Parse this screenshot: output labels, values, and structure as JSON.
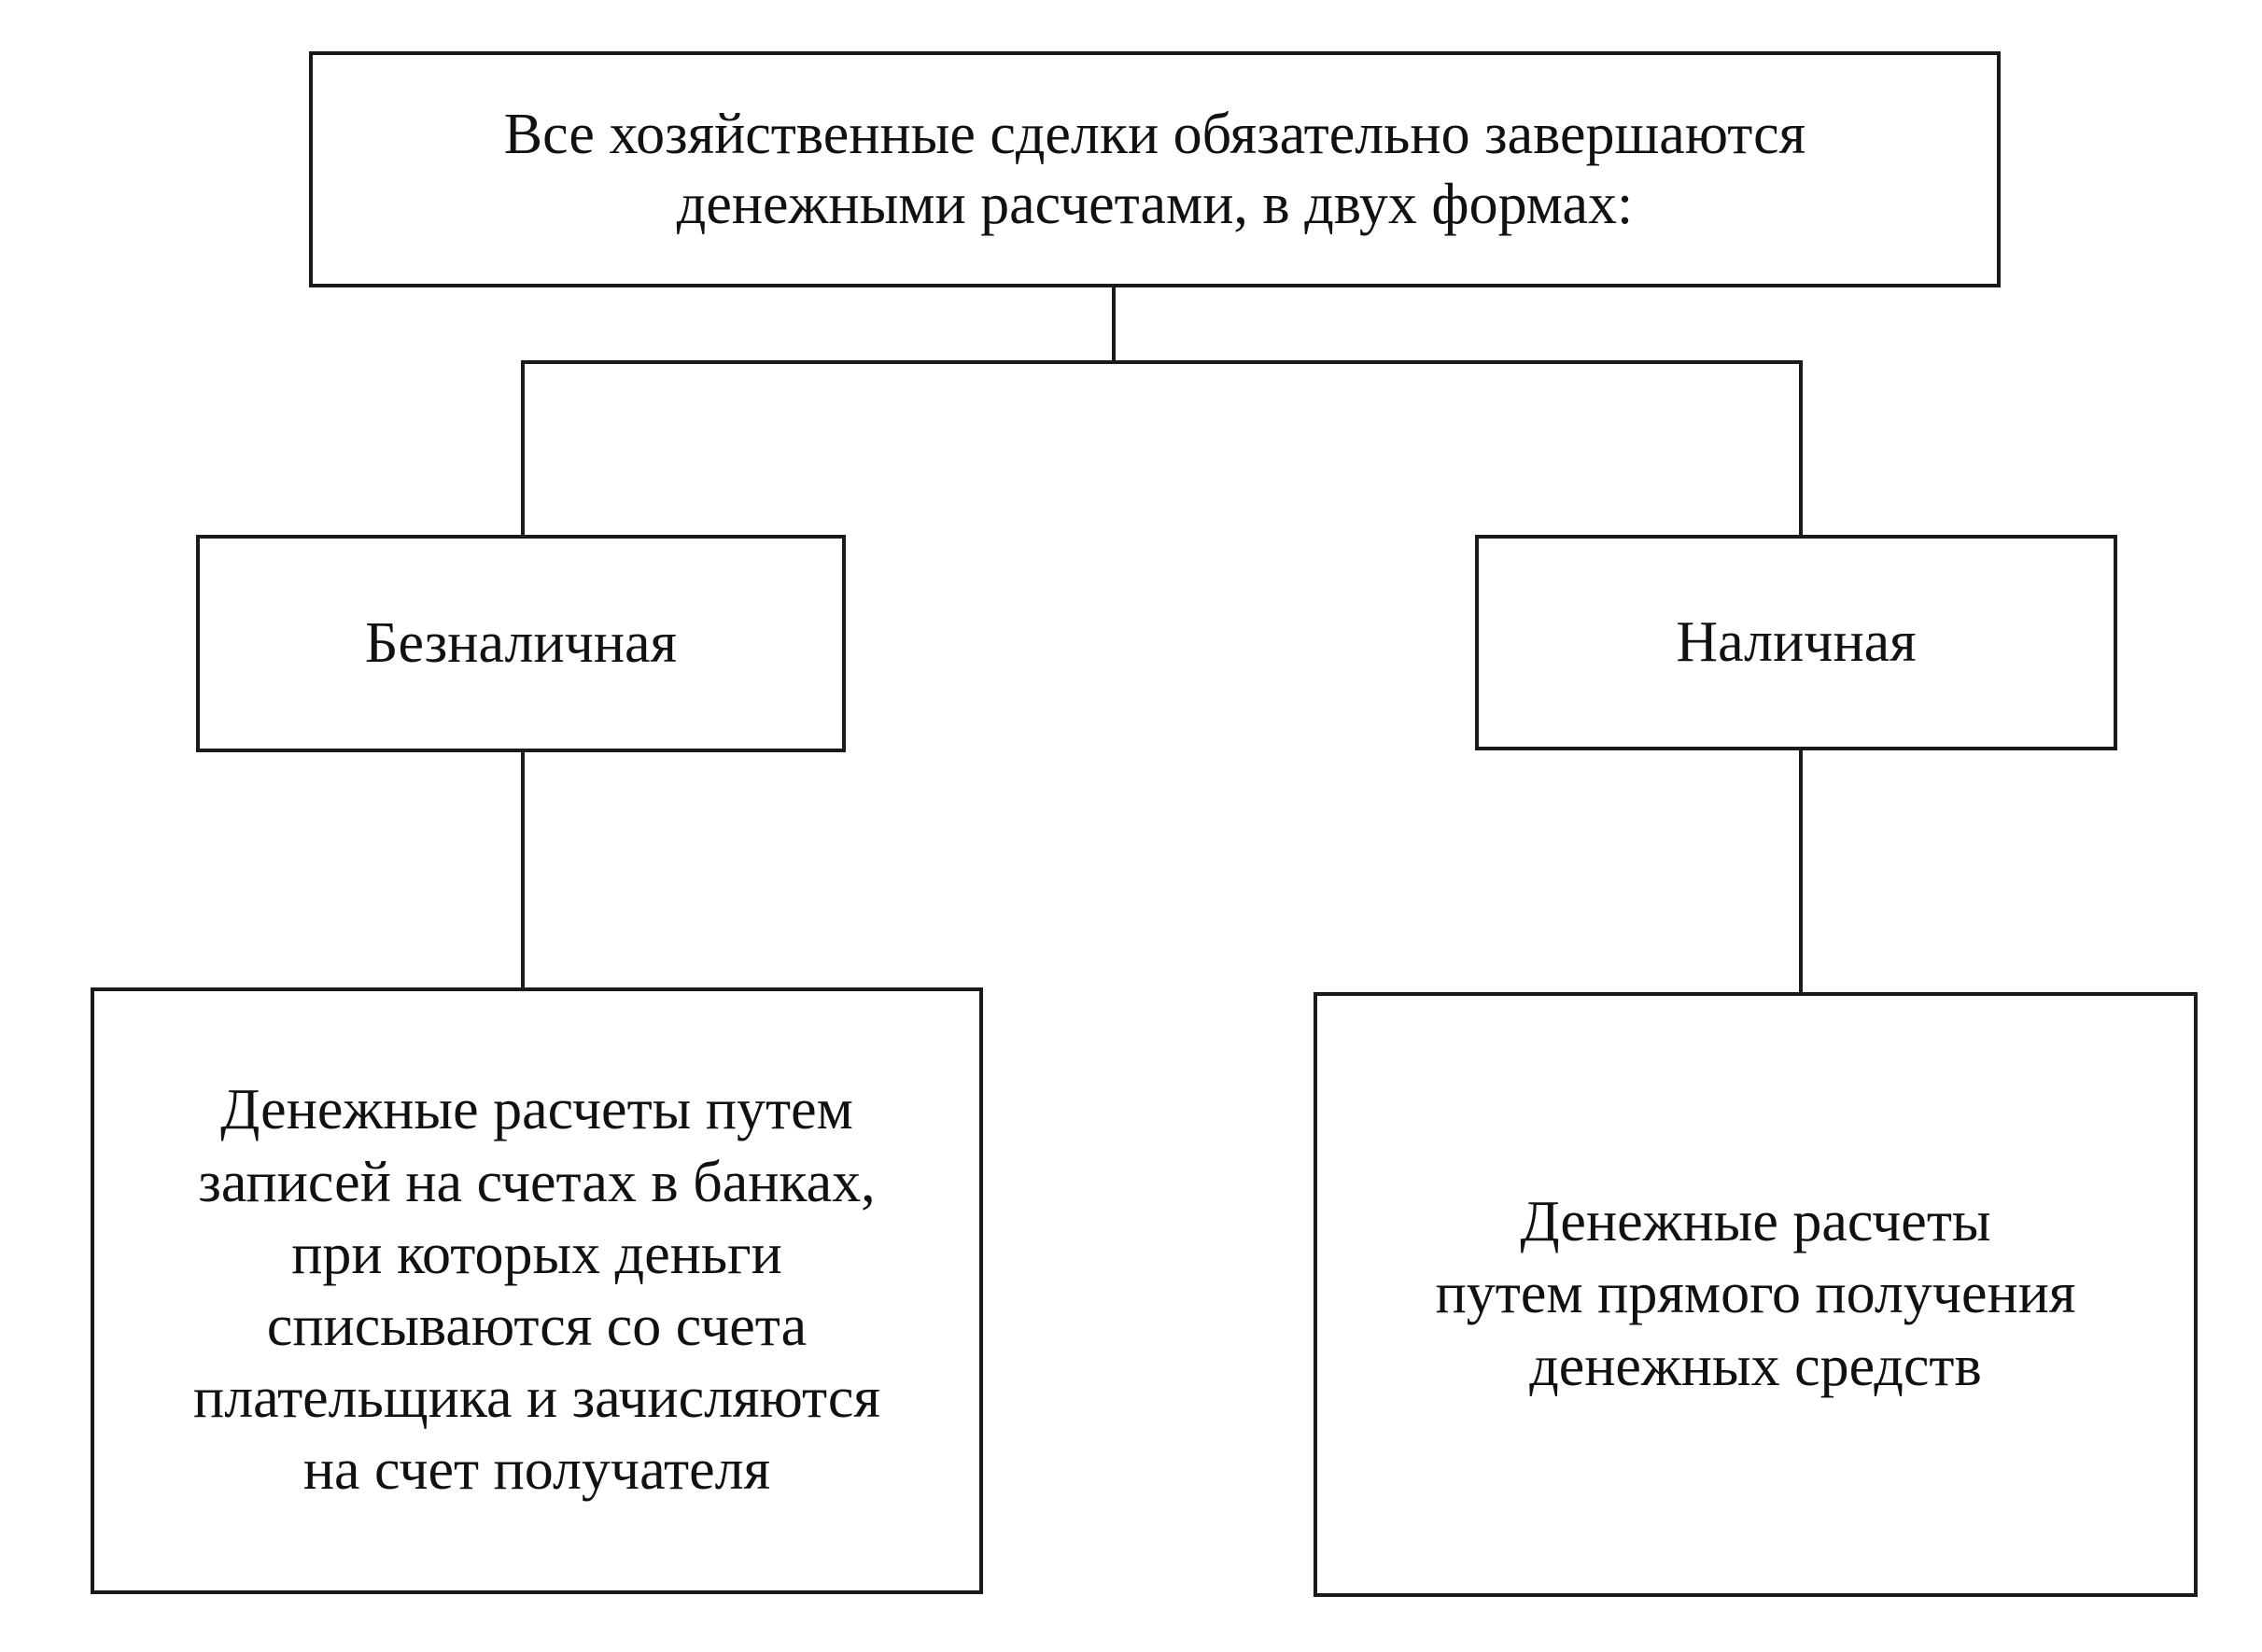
{
  "diagram": {
    "root": {
      "text": "Все хозяйственные сделки обязательно завершаются\nденежными расчетами, в двух формах:"
    },
    "branches": [
      {
        "title": "Безналичная",
        "description": "Денежные расчеты путем\nзаписей на счетах в банках,\nпри которых деньги\nсписываются со счета\nплательщика и зачисляются\nна счет получателя"
      },
      {
        "title": "Наличная",
        "description": "Денежные расчеты\nпутем прямого получения\nденежных средств"
      }
    ],
    "colors": {
      "line": "#1a1a1a",
      "background": "#ffffff",
      "text": "#111111"
    }
  }
}
